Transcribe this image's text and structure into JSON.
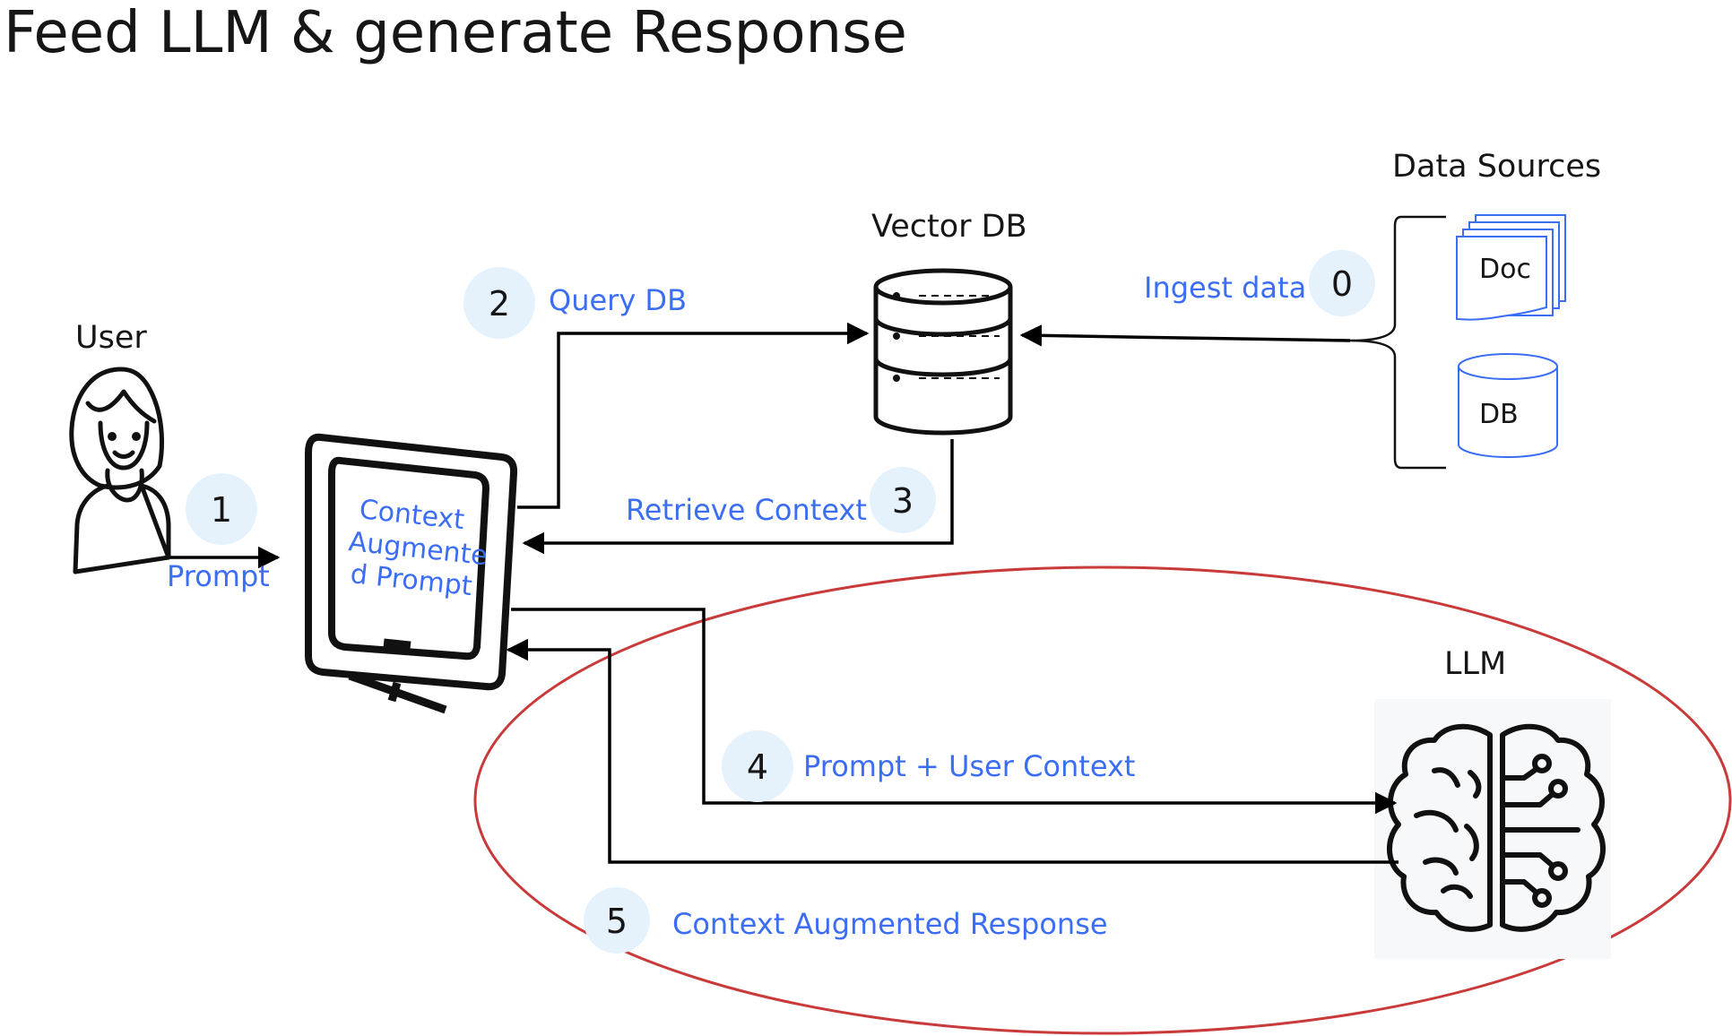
{
  "title": "Feed LLM & generate Response",
  "nodes": {
    "user": "User",
    "vector_db": "Vector DB",
    "data_sources": "Data Sources",
    "llm": "LLM",
    "doc": "Doc",
    "db": "DB"
  },
  "monitor_text": [
    "Context",
    "Augmente",
    "d Prompt"
  ],
  "steps": [
    {
      "number": "0",
      "label": "Ingest data"
    },
    {
      "number": "1",
      "label": "Prompt"
    },
    {
      "number": "2",
      "label": "Query DB"
    },
    {
      "number": "3",
      "label": "Retrieve Context"
    },
    {
      "number": "4",
      "label": "Prompt + User Context"
    },
    {
      "number": "5",
      "label": "Context Augmented Response"
    }
  ],
  "colors": {
    "step_text": "#3b6ef5",
    "badge_fill": "#e5f2fc",
    "highlight_ellipse": "#c93a3a",
    "data_source_icons": "#3b6ef5"
  },
  "icons": [
    "user-icon",
    "monitor-icon",
    "vector-db-icon",
    "document-stack-icon",
    "database-icon",
    "brain-circuit-icon"
  ]
}
